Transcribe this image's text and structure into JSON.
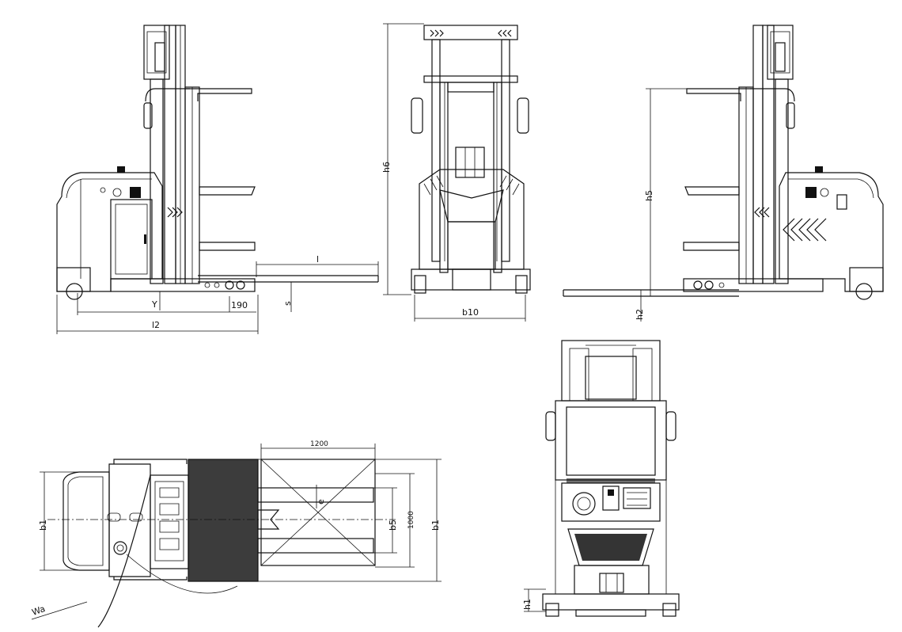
{
  "labels": {
    "l": "l",
    "s": "s",
    "y": "Y",
    "d190": "190",
    "l2": "l2",
    "h6": "h6",
    "b10": "b10",
    "h5": "h5",
    "h2": "h2",
    "d1200": "1200",
    "e": "e",
    "b5": "b5",
    "d1000": "1000",
    "b1_right": "b1",
    "b1_left": "b1",
    "wa": "Wa",
    "h1": "h1"
  }
}
